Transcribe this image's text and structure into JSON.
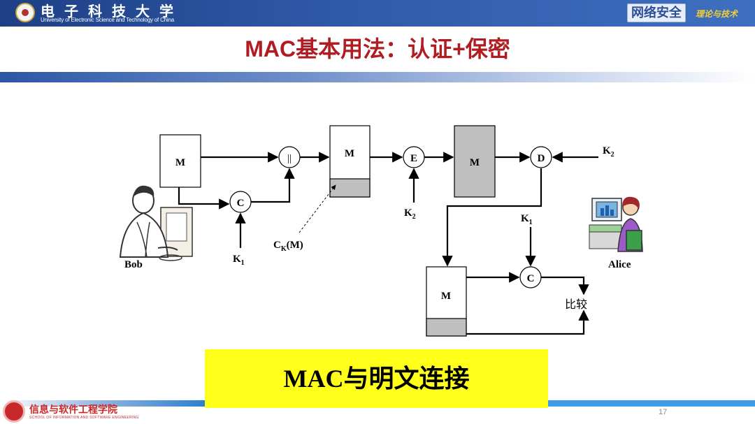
{
  "header": {
    "university_cn": "电子科技大学",
    "university_en": "University of Electronic Science and Technology of China",
    "brand": "网络安全",
    "brand_sub": "理论与技术"
  },
  "slide": {
    "title": "MAC基本用法：认证+保密",
    "caption": "MAC与明文连接",
    "page_number": "17"
  },
  "footer": {
    "school_cn": "信息与软件工程学院",
    "school_en": "SCHOOL OF INFORMATION AND SOFTWARE ENGINEERING"
  },
  "diagram": {
    "bob_label": "Bob",
    "alice_label": "Alice",
    "message": "M",
    "mac_func": "C",
    "concat": "||",
    "encrypt": "E",
    "decrypt": "D",
    "compare": "比较",
    "ck_label": {
      "main": "C",
      "sub": "K",
      "rest": "(M)"
    },
    "key1": {
      "main": "K",
      "sub": "1"
    },
    "key2": {
      "main": "K",
      "sub": "2"
    }
  },
  "colors": {
    "title": "#b01c22",
    "caption_bg": "#ffff1a",
    "encrypted_fill": "#bfbfbf",
    "header": "#1e3f86"
  }
}
